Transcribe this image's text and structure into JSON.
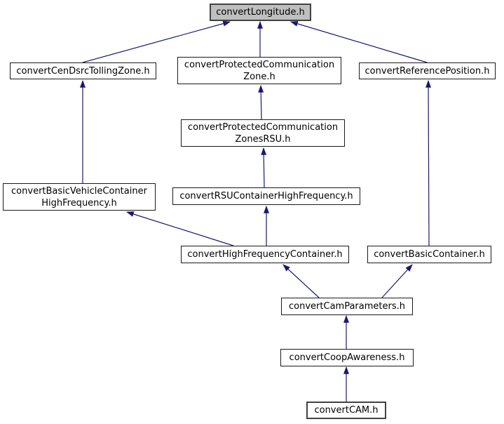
{
  "graph": {
    "kind": "include-dependency-graph",
    "root": "convertLongitude.h",
    "colors": {
      "arrow": "#191970",
      "highlight_fill": "#bfbfbf",
      "node_border": "#000000",
      "background": "#ffffff"
    },
    "nodes": [
      {
        "id": "convertLongitude.h",
        "highlighted": true,
        "lines": [
          "convertLongitude.h"
        ]
      },
      {
        "id": "convertCenDsrcTollingZone.h",
        "lines": [
          "convertCenDsrcTollingZone.h"
        ]
      },
      {
        "id": "convertProtectedCommunicationZone.h",
        "lines": [
          "convertProtectedCommunication",
          "Zone.h"
        ]
      },
      {
        "id": "convertReferencePosition.h",
        "lines": [
          "convertReferencePosition.h"
        ]
      },
      {
        "id": "convertProtectedCommunicationZonesRSU.h",
        "lines": [
          "convertProtectedCommunication",
          "ZonesRSU.h"
        ]
      },
      {
        "id": "convertBasicVehicleContainerHighFrequency.h",
        "lines": [
          "convertBasicVehicleContainer",
          "HighFrequency.h"
        ]
      },
      {
        "id": "convertRSUContainerHighFrequency.h",
        "lines": [
          "convertRSUContainerHighFrequency.h"
        ]
      },
      {
        "id": "convertHighFrequencyContainer.h",
        "lines": [
          "convertHighFrequencyContainer.h"
        ]
      },
      {
        "id": "convertBasicContainer.h",
        "lines": [
          "convertBasicContainer.h"
        ]
      },
      {
        "id": "convertCamParameters.h",
        "lines": [
          "convertCamParameters.h"
        ]
      },
      {
        "id": "convertCoopAwareness.h",
        "lines": [
          "convertCoopAwareness.h"
        ]
      },
      {
        "id": "convertCAM.h",
        "lines": [
          "convertCAM.h"
        ]
      }
    ],
    "edges": [
      {
        "from": "convertCenDsrcTollingZone.h",
        "to": "convertLongitude.h"
      },
      {
        "from": "convertProtectedCommunicationZone.h",
        "to": "convertLongitude.h"
      },
      {
        "from": "convertReferencePosition.h",
        "to": "convertLongitude.h"
      },
      {
        "from": "convertProtectedCommunicationZonesRSU.h",
        "to": "convertProtectedCommunicationZone.h"
      },
      {
        "from": "convertBasicVehicleContainerHighFrequency.h",
        "to": "convertCenDsrcTollingZone.h"
      },
      {
        "from": "convertRSUContainerHighFrequency.h",
        "to": "convertProtectedCommunicationZonesRSU.h"
      },
      {
        "from": "convertHighFrequencyContainer.h",
        "to": "convertBasicVehicleContainerHighFrequency.h"
      },
      {
        "from": "convertHighFrequencyContainer.h",
        "to": "convertRSUContainerHighFrequency.h"
      },
      {
        "from": "convertBasicContainer.h",
        "to": "convertReferencePosition.h"
      },
      {
        "from": "convertCamParameters.h",
        "to": "convertHighFrequencyContainer.h"
      },
      {
        "from": "convertCamParameters.h",
        "to": "convertBasicContainer.h"
      },
      {
        "from": "convertCoopAwareness.h",
        "to": "convertCamParameters.h"
      },
      {
        "from": "convertCAM.h",
        "to": "convertCoopAwareness.h"
      }
    ]
  }
}
